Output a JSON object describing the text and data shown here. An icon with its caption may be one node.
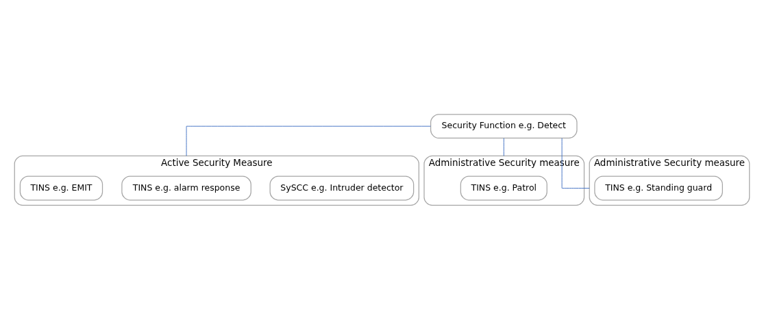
{
  "diagram": {
    "nodes": [
      {
        "text": [
          "Security Function e.g. Detect"
        ]
      },
      {
        "text": [
          "Active Security Measure"
        ]
      },
      {
        "text": [
          "SySCC e.g. Intruder detector"
        ],
        "in": 1
      },
      {
        "text": [
          "TINS e.g. alarm response"
        ],
        "in": 1
      },
      {
        "text": [
          "TINS e.g. EMIT"
        ],
        "in": 1
      },
      {
        "text": [
          "Administrative Security measure"
        ]
      },
      {
        "text": [
          "TINS e.g. Patrol"
        ],
        "in": 5
      },
      {
        "text": [
          "Administrative Security measure"
        ]
      },
      {
        "text": [
          "TINS e.g. Standing guard"
        ],
        "in": 7
      }
    ],
    "edges": [
      {
        "from": 0,
        "to": 1,
        "arrow": "none"
      },
      {
        "from": 0,
        "to": 5,
        "arrow": "none"
      },
      {
        "from": 0,
        "to": 7,
        "arrow": "none"
      }
    ]
  }
}
